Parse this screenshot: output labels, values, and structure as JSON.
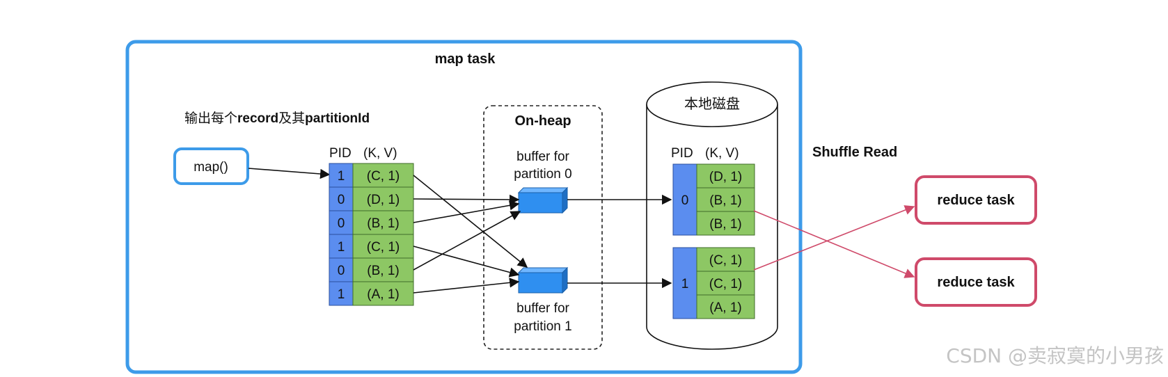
{
  "map_task": {
    "title": "map task",
    "output_note": {
      "prefix": "输出每个",
      "record": "record",
      "middle": "及其",
      "partition": "partitionId"
    },
    "map_node": "map()",
    "table_header": {
      "pid": "PID",
      "kv": "(K, V)"
    },
    "records": [
      {
        "pid": "1",
        "kv": "(C, 1)"
      },
      {
        "pid": "0",
        "kv": "(D, 1)"
      },
      {
        "pid": "0",
        "kv": "(B, 1)"
      },
      {
        "pid": "1",
        "kv": "(C, 1)"
      },
      {
        "pid": "0",
        "kv": "(B, 1)"
      },
      {
        "pid": "1",
        "kv": "(A, 1)"
      }
    ],
    "onheap": {
      "title": "On-heap",
      "buffer0_label_line1": "buffer for",
      "buffer0_label_line2": "partition 0",
      "buffer1_label_line1": "buffer for",
      "buffer1_label_line2": "partition 1"
    },
    "disk": {
      "title": "本地磁盘",
      "header": {
        "pid": "PID",
        "kv": "(K, V)"
      },
      "partitions": [
        {
          "pid": "0",
          "items": [
            "(D, 1)",
            "(B, 1)",
            "(B, 1)"
          ]
        },
        {
          "pid": "1",
          "items": [
            "(C, 1)",
            "(C, 1)",
            "(A, 1)"
          ]
        }
      ]
    }
  },
  "shuffle_read": "Shuffle Read",
  "reduce_tasks": [
    "reduce task",
    "reduce task"
  ],
  "watermark": "CSDN @卖寂寞的小男孩",
  "colors": {
    "frame_blue": "#3d9be9",
    "pid_blue": "#5b8def",
    "kv_green": "#8dc764",
    "buffer_blue": "#2f8ff0",
    "reduce_red": "#cf4a6a"
  }
}
